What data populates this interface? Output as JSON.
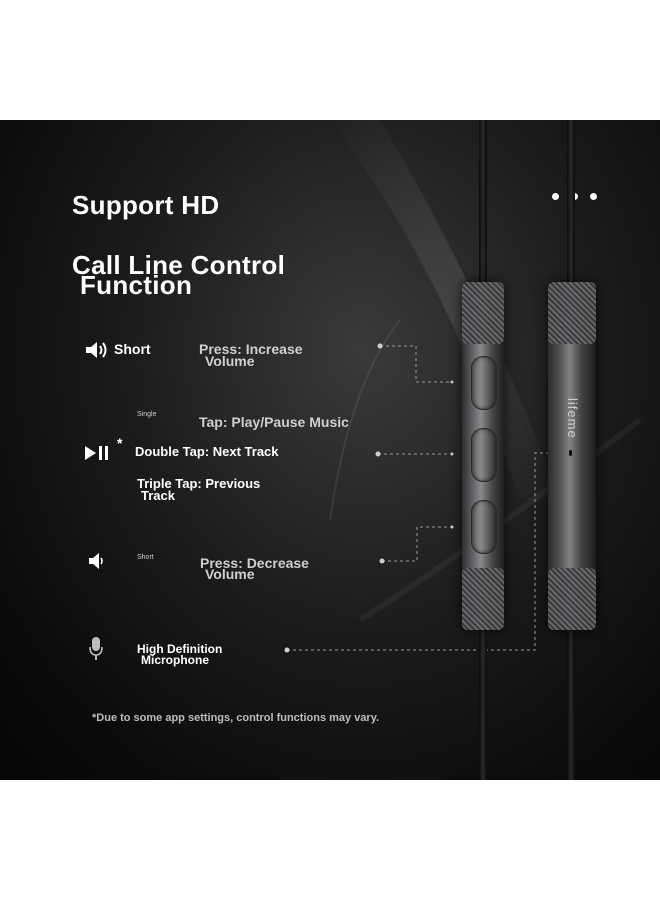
{
  "header": {
    "title": "Support HD",
    "subtitle_line1": "Call Line Control",
    "subtitle_line2": "Function"
  },
  "controls": [
    {
      "key": "short",
      "label": "Short",
      "action_line1": "Press: Increase",
      "action_line2": "Volume",
      "icon": "volume-up-icon"
    },
    {
      "key": "single",
      "mini_label": "Single",
      "action": "Tap: Play/Pause Music",
      "icon": "play-pause-icon"
    },
    {
      "key": "double",
      "action": "Double Tap: Next Track"
    },
    {
      "key": "triple",
      "action_line1": "Triple Tap: Previous",
      "action_line2": "Track"
    },
    {
      "key": "short-down",
      "mini_label": "Short",
      "action_line1": "Press: Decrease",
      "action_line2": "Volume",
      "icon": "volume-down-icon"
    },
    {
      "key": "mic",
      "label_line1": "High Definition",
      "label_line2": "Microphone",
      "icon": "microphone-icon"
    }
  ],
  "product": {
    "brand": "lifeme"
  },
  "footnote": "*Due to some app settings, control functions may vary.",
  "colors": {
    "background": "#0b0b0c",
    "text": "#ffffff",
    "leader": "#9a9a9a"
  }
}
